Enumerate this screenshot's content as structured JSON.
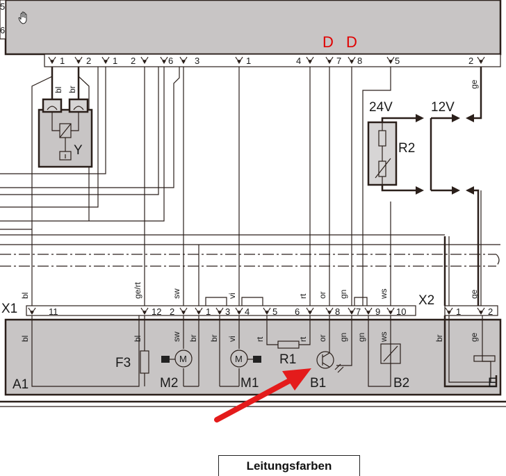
{
  "labels": {
    "marker_d": "D",
    "v24": "24V",
    "v12": "12V",
    "comp_y": "Y",
    "comp_r2": "R2",
    "x1": "X1",
    "x2": "X2",
    "a1": "A1",
    "f3": "F3",
    "m2": "M2",
    "m1": "M1",
    "r1": "R1",
    "b1": "B1",
    "b2": "B2",
    "e": "E",
    "m_symbol": "M"
  },
  "top_pins": [
    "1",
    "2",
    "1",
    "2",
    "6",
    "3",
    "1",
    "4",
    "7",
    "8",
    "5",
    "2"
  ],
  "x1_pins": [
    "11",
    "12",
    "2",
    "1",
    "3",
    "4",
    "5",
    "6",
    "8",
    "7",
    "9",
    "10"
  ],
  "x2_pins": [
    "1",
    "2"
  ],
  "wire_colors": {
    "bl": "bl",
    "br": "br",
    "gert": "ge/rt",
    "sw": "sw",
    "vi": "vi",
    "rt": "rt",
    "or": "or",
    "gn": "gn",
    "ws": "ws",
    "ge": "ge"
  },
  "legend_title": "Leitungsfarben",
  "colors": {
    "housing": "#c8c5c5",
    "arrow": "#e41b1b",
    "marker": "#e00000"
  }
}
